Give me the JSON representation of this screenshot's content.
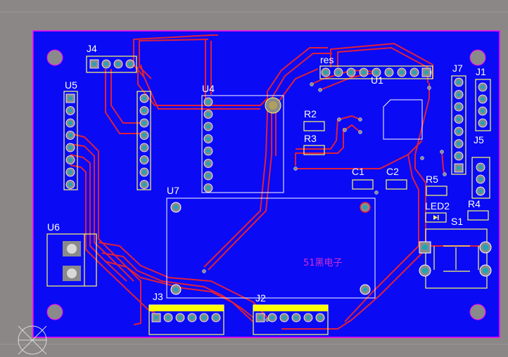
{
  "colors": {
    "workspace": "#8a8786",
    "board": "#0a0af5",
    "outline": "#ff00ff",
    "silkscreen": "#ffff66",
    "trace": "#e0203a",
    "pad_copper": "#8a8a8a",
    "pad_hole": "#1aa6b8",
    "label_text": "#ffffff",
    "watermark": "#d030d0"
  },
  "designators": {
    "j4": "J4",
    "u5": "U5",
    "u4": "U4",
    "res": "res",
    "u1": "U1",
    "j7": "J7",
    "j1": "J1",
    "j5": "J5",
    "r2": "R2",
    "r3": "R3",
    "c1": "C1",
    "c2": "C2",
    "r5": "R5",
    "led2": "LED2",
    "r4": "R4",
    "s1": "S1",
    "u7": "U7",
    "u6": "U6",
    "j3": "J3",
    "j2": "J2"
  },
  "watermark_text": "51黑电子"
}
